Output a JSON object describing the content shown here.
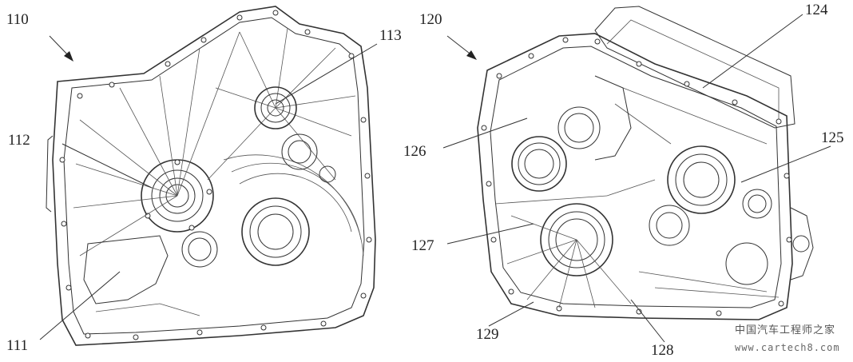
{
  "figure": {
    "left_housing": {
      "ref_main": "110",
      "ref_labels": [
        "111",
        "112",
        "113"
      ]
    },
    "right_housing": {
      "ref_main": "120",
      "ref_labels": [
        "124",
        "125",
        "126",
        "127",
        "128",
        "129"
      ]
    }
  },
  "watermark": {
    "line1": "中国汽车工程师之家",
    "line2": "www.cartech8.com"
  },
  "colors": {
    "ink": "#333333",
    "background": "#ffffff"
  }
}
